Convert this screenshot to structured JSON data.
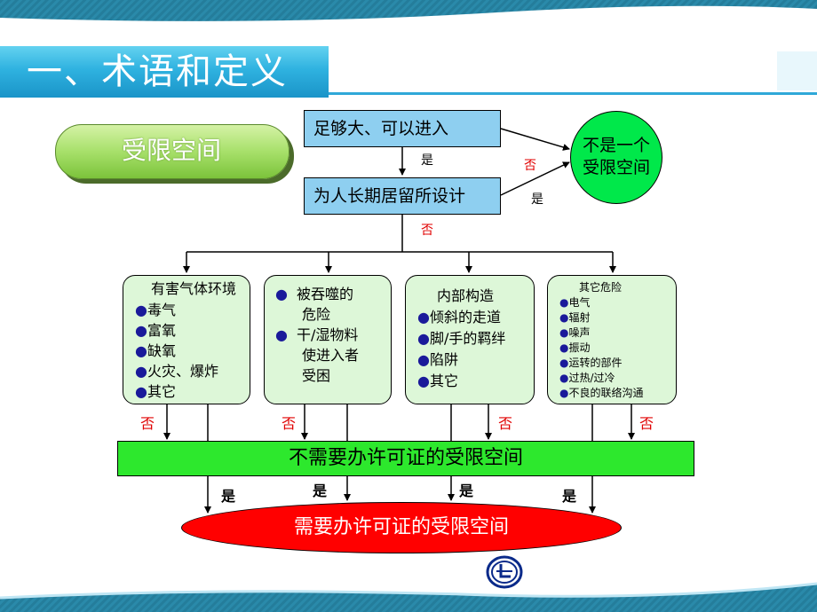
{
  "title": "一、术语和定义",
  "section_label": "受限空间",
  "flow": {
    "box_big": "足够大、可以进入",
    "box_long_stay": "为人长期居留所设计",
    "not_confined_line1": "不是一个",
    "not_confined_line2": "受限空间",
    "label_yes_1": "是",
    "label_no_1": "否",
    "label_yes_2": "是",
    "label_no_2": "否"
  },
  "categories": [
    {
      "items": [
        "有害气体环境",
        "毒气",
        "富氧",
        "缺氧",
        "火灾、爆炸",
        "其它"
      ]
    },
    {
      "items": [
        "被吞噬的",
        "危险",
        "干/湿物料",
        "使进入者",
        "受困"
      ]
    },
    {
      "items": [
        "内部构造",
        "倾斜的走道",
        "脚/手的羁绊",
        "陷阱",
        "其它"
      ]
    },
    {
      "items": [
        "其它危险",
        "电气",
        "辐射",
        "噪声",
        "振动",
        "运转的部件",
        "过热/过冷",
        "不良的联络沟通"
      ]
    }
  ],
  "branch_labels": {
    "no_1": "否",
    "no_2": "否",
    "no_3": "否",
    "no_4": "否",
    "yes_1": "是",
    "yes_2": "是",
    "yes_3": "是",
    "yes_4": "是"
  },
  "no_permit": "不需要办许可证的受限空间",
  "permit": "需要办许可证的受限空间",
  "colors": {
    "title_bar": "#2fb2e0",
    "blue_box": "#8ecff0",
    "circle": "#00e84a",
    "category_box": "#ddf7d8",
    "green_bar": "#2de82d",
    "red_ellipse": "#ff0000",
    "no_label": "#e00000"
  },
  "logo_icon": "company-logo-icon"
}
